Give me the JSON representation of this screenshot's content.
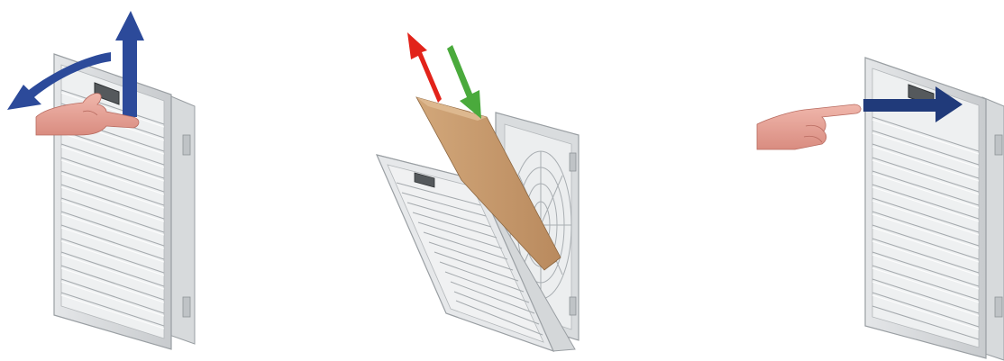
{
  "figure": {
    "background": "#ffffff",
    "steps": [
      {
        "id": "step-1",
        "action": "unlatch-and-lift-grille",
        "arrows": [
          {
            "name": "lift-up-arrow",
            "color": "#2c4a9a"
          },
          {
            "name": "swing-open-arrow",
            "color": "#2c4a9a"
          }
        ],
        "hand": "hand-pulling-latch"
      },
      {
        "id": "step-2",
        "action": "replace-filter-mat",
        "arrows": [
          {
            "name": "filter-out-arrow",
            "color": "#e2231a"
          },
          {
            "name": "filter-in-arrow",
            "color": "#4aaa3c"
          }
        ],
        "filter_color": "#c79a6e"
      },
      {
        "id": "step-3",
        "action": "close-grille",
        "arrows": [
          {
            "name": "push-close-arrow",
            "color": "#203a7a"
          }
        ],
        "hand": "hand-pointing-push"
      }
    ]
  }
}
